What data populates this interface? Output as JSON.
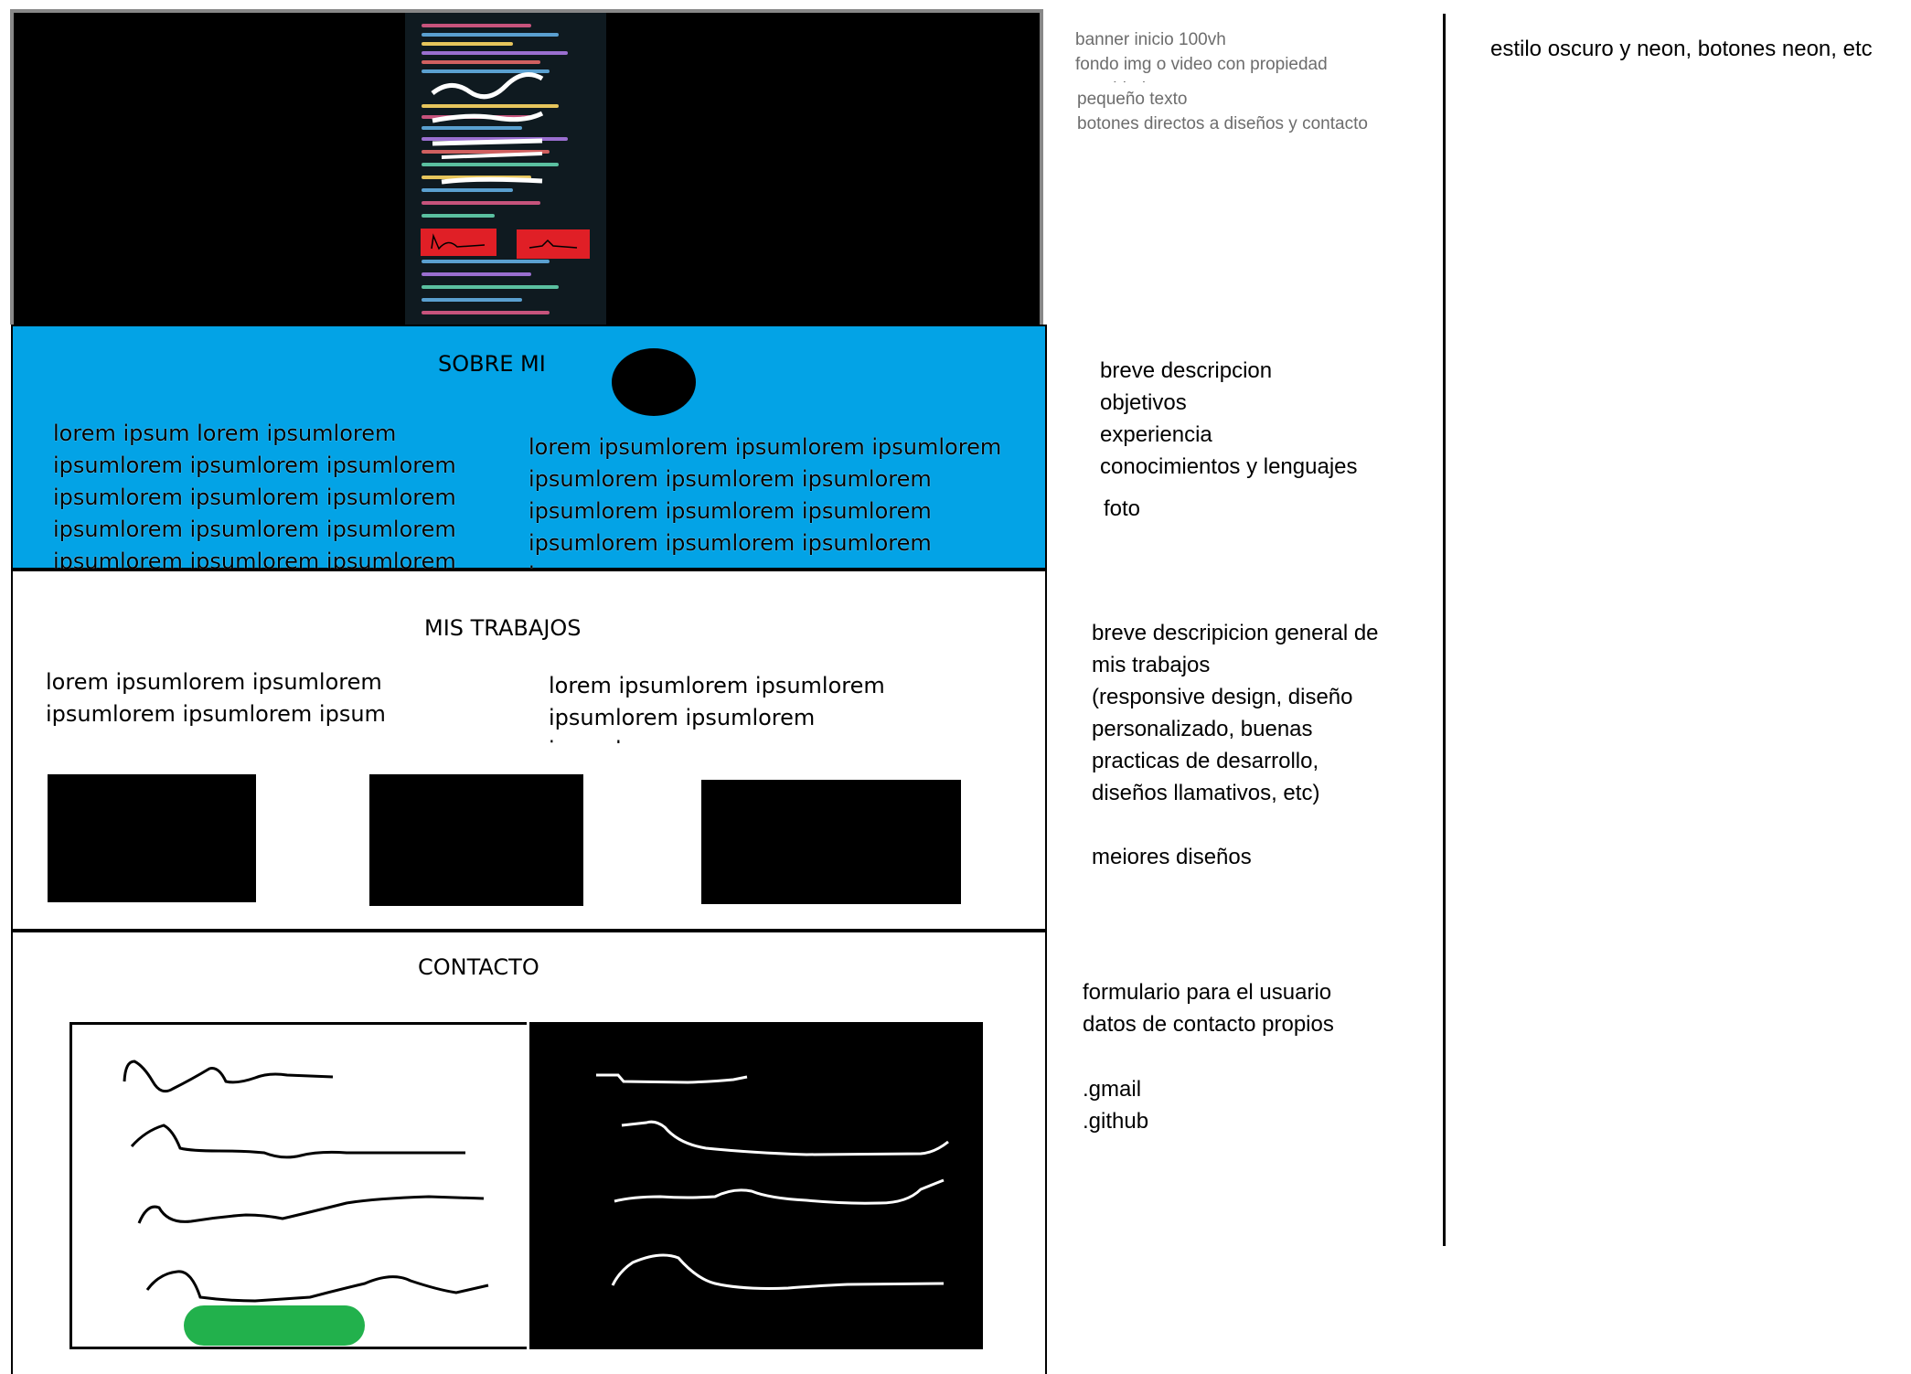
{
  "hero": {
    "buttons": [
      "",
      ""
    ]
  },
  "about": {
    "title": "SOBRE MI",
    "left_text": "lorem ipsum lorem ipsumlorem\nipsumlorem ipsumlorem ipsumlorem\nipsumlorem ipsumlorem ipsumlorem\nipsumlorem ipsumlorem ipsumlorem\nipsumlorem ipsumlorem ipsumlorem",
    "right_text": "lorem ipsumlorem ipsumlorem ipsumlorem\nipsumlorem ipsumlorem ipsumlorem\nipsumlorem ipsumlorem ipsumlorem\nipsumlorem ipsumlorem ipsumlorem ipsum"
  },
  "works": {
    "title": "MIS TRABAJOS",
    "left_text": "lorem ipsumlorem ipsumlorem\nipsumlorem ipsumlorem ipsum",
    "right_text": "lorem ipsumlorem ipsumlorem\nipsumlorem ipsumlorem ipsumlorem\nipsumlorem ipsumlorem"
  },
  "contact": {
    "title": "CONTACTO"
  },
  "notes": {
    "hero": "banner inicio  100vh\nfondo img o video con propiedad opacidad",
    "hero2": "pequeño texto\nbotones directos a diseños y contacto",
    "about": "breve descripcion\nobjetivos\nexperiencia\nconocimientos y lenguajes",
    "about_photo": "foto",
    "works": "breve descripicion general de\nmis trabajos\n(responsive design, diseño\npersonalizado, buenas\npracticas de desarrollo,\ndiseños llamativos, etc)\n\nmejores diseños",
    "contact": "formulario para el usuario\ndatos de contacto propios",
    "contact2": ".gmail\n.github",
    "style": "estilo oscuro y neon, botones neon, etc"
  },
  "colors": {
    "about_bg": "#03a3e6",
    "hero_buttons": "#e01f26",
    "send_button": "#22b14c"
  }
}
